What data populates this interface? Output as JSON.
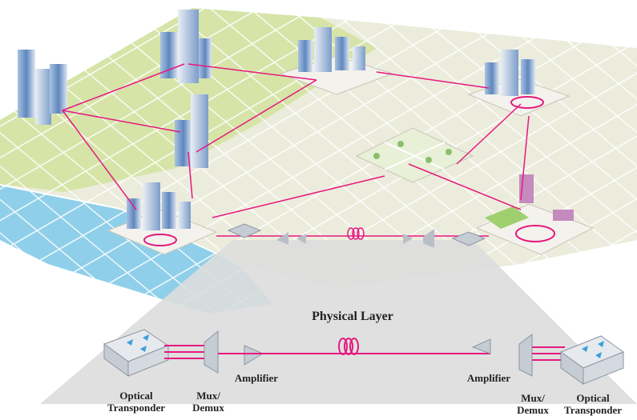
{
  "title": "Physical Layer",
  "labels": {
    "left_transponder": "Optical\nTransponder",
    "left_mux": "Mux/\nDemux",
    "left_amplifier": "Amplifier",
    "right_amplifier": "Amplifier",
    "right_mux": "Mux/\nDemux",
    "right_transponder": "Optical\nTransponder"
  },
  "colors": {
    "fiber": "#e6197f",
    "grass": "#d6e4a8",
    "ground": "#ececdc",
    "water": "#8fcfea",
    "physical_layer": "#dddddd",
    "equipment": "#c6ccd3",
    "port": "#3a9fd8"
  }
}
